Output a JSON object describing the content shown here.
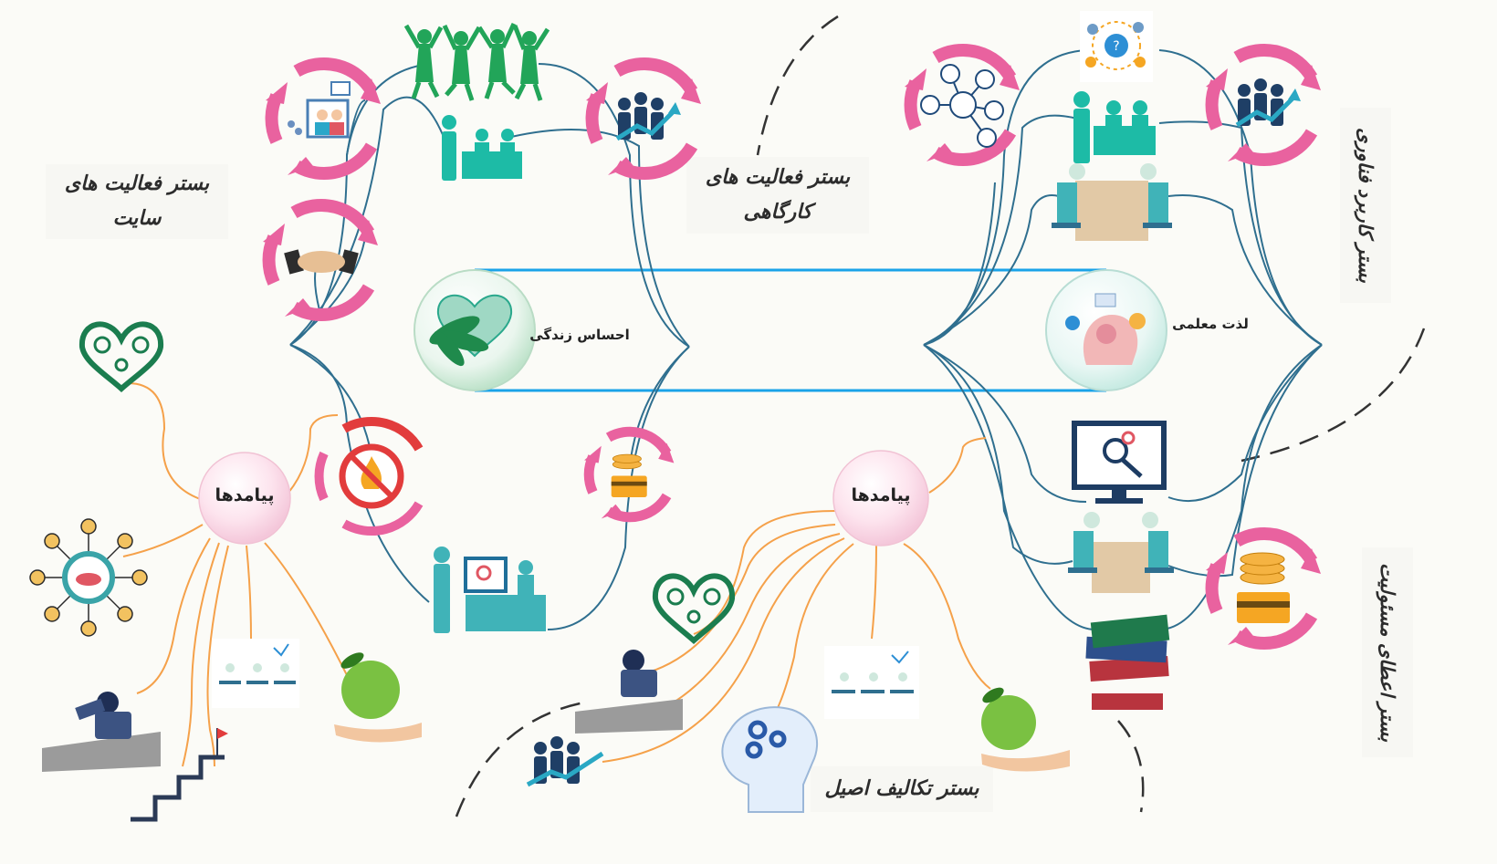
{
  "labels": {
    "site_activity": [
      "بستر فعالیت های",
      "سایت"
    ],
    "workshop_activity": [
      "بستر فعالیت های",
      "کارگاهی"
    ],
    "technology": "بستر کاربرد فناوری",
    "responsibility": "بستر اعطای مسئولیت",
    "core_tasks": "بستر تکالیف اصیل",
    "feeling_of_life": "احساس زندگی",
    "teaching_joy": "لذت معلمی",
    "outcomes_left": "پیامدها",
    "outcomes_right": "پیامدها"
  },
  "colors": {
    "teal_line": "#2f6f8f",
    "orange_line": "#f5a14a",
    "blue_connector": "#1aa3e8",
    "pink_arrow": "#e9629f",
    "red_arrow": "#e23c3c",
    "teal_icon": "#1dbba6",
    "green_heart": "#1b7d4f",
    "dark_navy": "#22344f"
  }
}
